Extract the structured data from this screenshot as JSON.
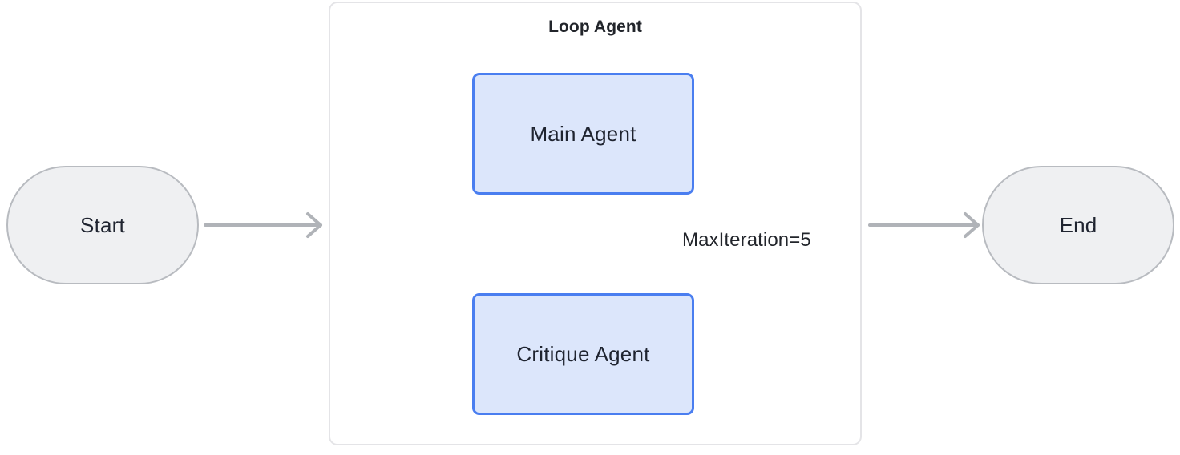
{
  "diagram": {
    "background_color": "#ffffff",
    "nodes": {
      "start": {
        "label": "Start",
        "shape": "stadium",
        "fill": "#eff0f2",
        "stroke": "#b8bbc0"
      },
      "end": {
        "label": "End",
        "shape": "stadium",
        "fill": "#eff0f2",
        "stroke": "#b8bbc0"
      },
      "main_agent": {
        "label": "Main Agent",
        "shape": "rounded-rect",
        "fill": "#dce6fb",
        "stroke": "#4a7ef0"
      },
      "critique_agent": {
        "label": "Critique Agent",
        "shape": "rounded-rect",
        "fill": "#dce6fb",
        "stroke": "#4a7ef0"
      }
    },
    "container": {
      "title": "Loop Agent",
      "fill": "#ffffff",
      "stroke": "#e4e4e7"
    },
    "edges": [
      {
        "id": "start-to-loop",
        "from": "start",
        "to": "loop-container",
        "label": "",
        "arrow": "open-chevron",
        "color": "#b0b3b8"
      },
      {
        "id": "main-to-critique",
        "from": "main_agent",
        "to": "critique_agent",
        "label": "",
        "arrow": "open-chevron",
        "color": "#b0b3b8"
      },
      {
        "id": "critique-to-main",
        "from": "critique_agent",
        "to": "main_agent",
        "label": "MaxIteration=5",
        "arrow": "open-chevron",
        "color": "#b0b3b8"
      },
      {
        "id": "loop-to-end",
        "from": "loop-container",
        "to": "end",
        "label": "",
        "arrow": "open-chevron",
        "color": "#b0b3b8"
      }
    ]
  }
}
